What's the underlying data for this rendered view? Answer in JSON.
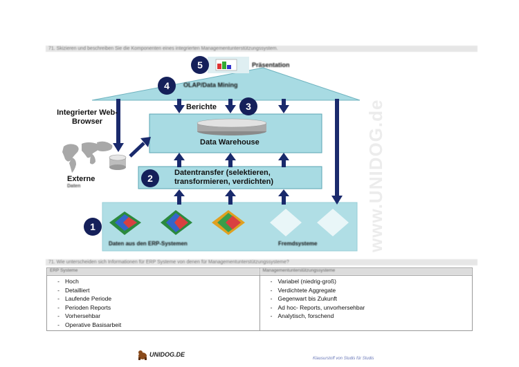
{
  "question_1": "71. Skizieren und beschreiben Sie die Komponenten eines integrierten Managementunterstützungssystem.",
  "diagram": {
    "layer5": {
      "number": "5",
      "label": "Präsentation"
    },
    "layer4": {
      "number": "4",
      "label": "OLAP/Data Mining"
    },
    "layer3": {
      "number": "3",
      "label": "Berichte",
      "box_label": "Data Warehouse"
    },
    "layer2": {
      "number": "2",
      "label": "Datentransfer (selektieren, transformieren, verdichten)"
    },
    "layer1": {
      "number": "1",
      "label_erp": "Daten aus den ERP-Systemen",
      "label_fremd": "Fremdsysteme"
    },
    "browser_label": "Integrierter Web-Browser",
    "externe_label": "Externe",
    "externe_sub": "Daten",
    "watermark": "www.UNIDOG.de"
  },
  "question_2": "71. Wie unterscheiden sich Informationen für ERP Systeme von denen für Managementunterstützungssysteme?",
  "table": {
    "col1_header": "ERP Systeme",
    "col2_header": "Managementunterstützungssysteme",
    "col1_items": [
      "Hoch",
      "Detailliert",
      "Laufende Periode",
      "Perioden Reports",
      "Vorhersehbar",
      "Operative Basisarbeit"
    ],
    "col2_items": [
      "Variabel (niedrig-groß)",
      "Verdichtete Aggregate",
      "Gegenwart bis Zukunft",
      "Ad hoc- Reports, unvorhersehbar",
      "Analytisch, forschend"
    ]
  },
  "footer": {
    "logo_text": "UNIDOG.DE",
    "right_text": "Klausurstoff von Studis für Studis"
  },
  "colors": {
    "navy": "#15205a",
    "teal": "#a8dbe3",
    "arrow": "#1a2a6c"
  }
}
